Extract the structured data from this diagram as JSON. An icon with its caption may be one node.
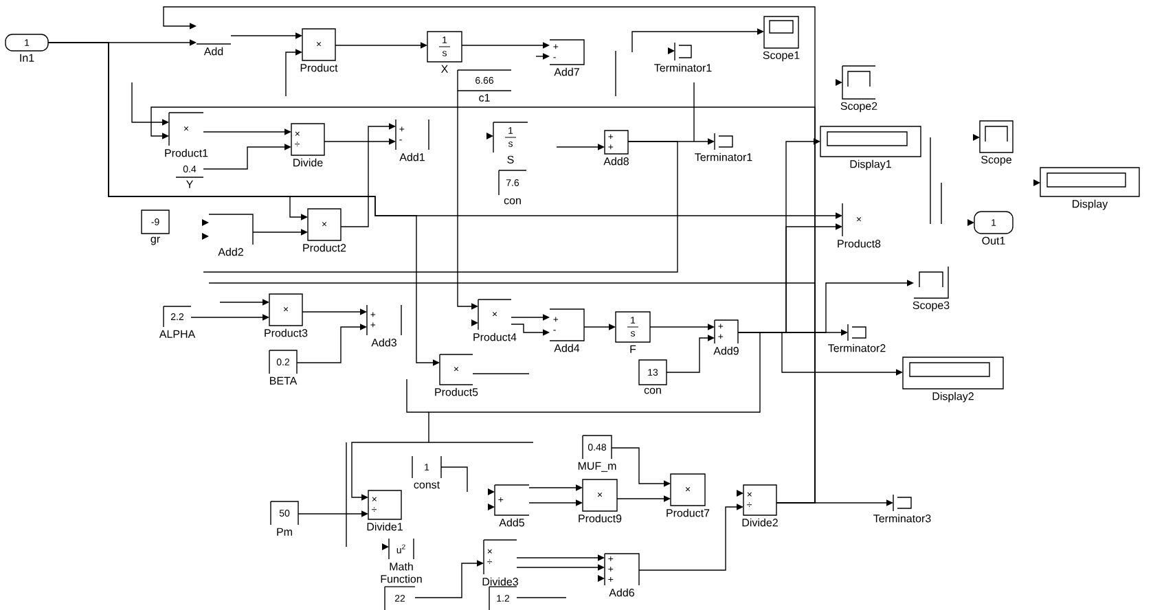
{
  "diagram": {
    "nodes": [
      {
        "text": [
          "1",
          "In1"
        ]
      },
      {
        "text": [
          "Add"
        ]
      },
      {
        "text": [
          "×",
          "Product"
        ]
      },
      {
        "text": [
          "1",
          "s",
          "X"
        ]
      },
      {
        "text": [
          "+ -",
          "Add7"
        ]
      },
      {
        "text": [
          "6.66",
          "c1"
        ]
      },
      {
        "text": [
          "Terminator1"
        ]
      },
      {
        "text": [
          "Scope1"
        ]
      },
      {
        "text": [
          "Scope2"
        ]
      },
      {
        "text": [
          "×",
          "Product1"
        ]
      },
      {
        "text": [
          "× ÷",
          "Divide"
        ]
      },
      {
        "text": [
          "+ -",
          "Add1"
        ]
      },
      {
        "text": [
          "1",
          "s",
          "S"
        ]
      },
      {
        "text": [
          "+ +",
          "Add8"
        ]
      },
      {
        "text": [
          "Terminator1"
        ]
      },
      {
        "text": [
          "Display1"
        ]
      },
      {
        "text": [
          "Scope"
        ]
      },
      {
        "text": [
          "0.4",
          "Y"
        ]
      },
      {
        "text": [
          "7.6",
          "con"
        ]
      },
      {
        "text": [
          "Display"
        ]
      },
      {
        "text": [
          "-9",
          "gr"
        ]
      },
      {
        "text": [
          "Add2"
        ]
      },
      {
        "text": [
          "×",
          "Product2"
        ]
      },
      {
        "text": [
          "×",
          "Product8"
        ]
      },
      {
        "text": [
          "1",
          "Out1"
        ]
      },
      {
        "text": [
          "Scope3"
        ]
      },
      {
        "text": [
          "2.2",
          "ALPHA"
        ]
      },
      {
        "text": [
          "×",
          "Product3"
        ]
      },
      {
        "text": [
          "+ +",
          "Add3"
        ]
      },
      {
        "text": [
          "×",
          "Product4"
        ]
      },
      {
        "text": [
          "+ -",
          "Add4"
        ]
      },
      {
        "text": [
          "1",
          "s",
          "F"
        ]
      },
      {
        "text": [
          "+ +",
          "Add9"
        ]
      },
      {
        "text": [
          "Terminator2"
        ]
      },
      {
        "text": [
          "0.2",
          "BETA"
        ]
      },
      {
        "text": [
          "×",
          "Product5"
        ]
      },
      {
        "text": [
          "13",
          "con"
        ]
      },
      {
        "text": [
          "Display2"
        ]
      },
      {
        "text": [
          "0.48",
          "MUF_m"
        ]
      },
      {
        "text": [
          "1",
          "const"
        ]
      },
      {
        "text": [
          "50",
          "Pm"
        ]
      },
      {
        "text": [
          "× ÷",
          "Divide1"
        ]
      },
      {
        "text": [
          "+",
          "Add5"
        ]
      },
      {
        "text": [
          "×",
          "Product9"
        ]
      },
      {
        "text": [
          "×",
          "Product7"
        ]
      },
      {
        "text": [
          "× ÷",
          "Divide2"
        ]
      },
      {
        "text": [
          "Terminator3"
        ]
      },
      {
        "text": [
          "u$^{2}$",
          "Math Function"
        ]
      },
      {
        "text": [
          "× ÷",
          "Divide3"
        ]
      },
      {
        "text": [
          "+ + +",
          "Add6"
        ]
      },
      {
        "text": [
          "22"
        ]
      },
      {
        "text": [
          "1.2"
        ]
      }
    ],
    "edges": [
      {
        "from": 0,
        "to": 1,
        "arrow": "to"
      },
      {
        "from": 0,
        "to": 22,
        "arrow": "to"
      },
      {
        "from": 0,
        "to": 23,
        "arrow": "to"
      },
      {
        "from": 0,
        "to": 35,
        "arrow": "to"
      },
      {
        "from": 1,
        "to": 2,
        "arrow": "to"
      },
      {
        "from": null,
        "to": 2,
        "arrow": "to"
      },
      {
        "from": 2,
        "to": 3,
        "arrow": "to"
      },
      {
        "from": 3,
        "to": 4,
        "arrow": "to"
      },
      {
        "from": null,
        "to": 4,
        "arrow": "to"
      },
      {
        "from": null,
        "to": 7,
        "arrow": "to"
      },
      {
        "from": null,
        "to": 9,
        "arrow": "to"
      },
      {
        "from": 45,
        "to": 9,
        "arrow": "to"
      },
      {
        "from": 45,
        "to": 1,
        "arrow": "to"
      },
      {
        "from": 9,
        "to": 10,
        "arrow": "to"
      },
      {
        "from": 17,
        "to": 10,
        "arrow": "to"
      },
      {
        "from": 10,
        "to": 11,
        "arrow": "to"
      },
      {
        "from": 22,
        "to": 11,
        "arrow": "to"
      },
      {
        "from": 21,
        "to": 22,
        "arrow": "to"
      },
      {
        "from": null,
        "to": 13,
        "arrow": "to"
      },
      {
        "from": 13,
        "to": 14,
        "arrow": "to"
      },
      {
        "from": 13,
        "to": null,
        "arrow": "none"
      },
      {
        "from": 32,
        "to": 15,
        "arrow": "to"
      },
      {
        "from": 32,
        "to": 23,
        "arrow": "to"
      },
      {
        "from": 45,
        "to": null,
        "arrow": "none"
      },
      {
        "from": 32,
        "to": 25,
        "arrow": "to"
      },
      {
        "from": 26,
        "to": 27,
        "arrow": "to"
      },
      {
        "from": null,
        "to": 27,
        "arrow": "to"
      },
      {
        "from": 27,
        "to": 28,
        "arrow": "to"
      },
      {
        "from": 34,
        "to": 28,
        "arrow": "to"
      },
      {
        "from": 5,
        "to": 29,
        "arrow": "to"
      },
      {
        "from": 29,
        "to": 30,
        "arrow": "to"
      },
      {
        "from": 29,
        "to": 30,
        "arrow": "to"
      },
      {
        "from": 30,
        "to": 31,
        "arrow": "to"
      },
      {
        "from": 31,
        "to": 32,
        "arrow": "to"
      },
      {
        "from": 36,
        "to": 32,
        "arrow": "to"
      },
      {
        "from": 32,
        "to": 33,
        "arrow": "to"
      },
      {
        "from": 32,
        "to": 37,
        "arrow": "to"
      },
      {
        "from": 35,
        "to": null,
        "arrow": "none"
      },
      {
        "from": 32,
        "to": 41,
        "arrow": "to"
      },
      {
        "from": 38,
        "to": 44,
        "arrow": "to"
      },
      {
        "from": 39,
        "to": null,
        "arrow": "none"
      },
      {
        "from": 42,
        "to": 43,
        "arrow": "to"
      },
      {
        "from": 42,
        "to": 43,
        "arrow": "to"
      },
      {
        "from": 43,
        "to": 44,
        "arrow": "to"
      },
      {
        "from": 40,
        "to": 41,
        "arrow": "to"
      },
      {
        "from": 45,
        "to": 46,
        "arrow": "to"
      },
      {
        "from": 48,
        "to": 49,
        "arrow": "to"
      },
      {
        "from": 48,
        "to": 49,
        "arrow": "to"
      },
      {
        "from": 49,
        "to": 45,
        "arrow": "to"
      },
      {
        "from": 50,
        "to": 48,
        "arrow": "to"
      },
      {
        "from": 51,
        "to": null,
        "arrow": "none"
      }
    ]
  }
}
